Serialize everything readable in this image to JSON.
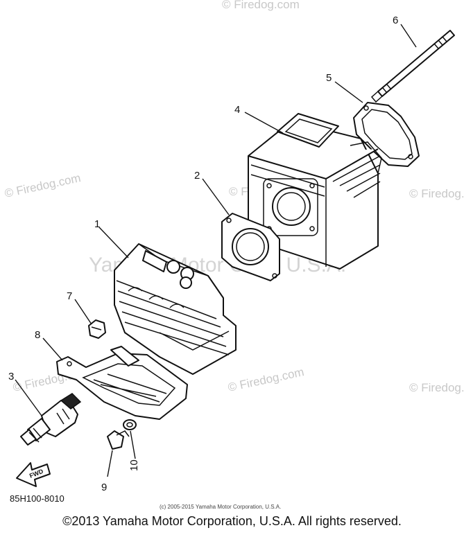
{
  "watermarks": {
    "firedog_1": "© Firedog.com",
    "firedog_2": "© Firedog.com",
    "firedog_3": "© Firedog.com",
    "firedog_4": "© Firedog.com",
    "firedog_5": "© Firedog.com",
    "firedog_6": "© Firedog.com",
    "firedog_7": "© Firedog.com",
    "yamaha_center": "Yamaha Motor Corp, U.S.A."
  },
  "callouts": {
    "c1": "1",
    "c2": "2",
    "c3": "3",
    "c4": "4",
    "c5": "5",
    "c6": "6",
    "c7": "7",
    "c8": "8",
    "c9": "9",
    "c10": "10"
  },
  "fwd_label": "FWD",
  "diagram_code": "85H100-8010",
  "small_copyright": "(c) 2005-2015 Yamaha Motor Corporation, U.S.A.",
  "footer": "©2013 Yamaha Motor Corporation, U.S.A. All rights reserved."
}
